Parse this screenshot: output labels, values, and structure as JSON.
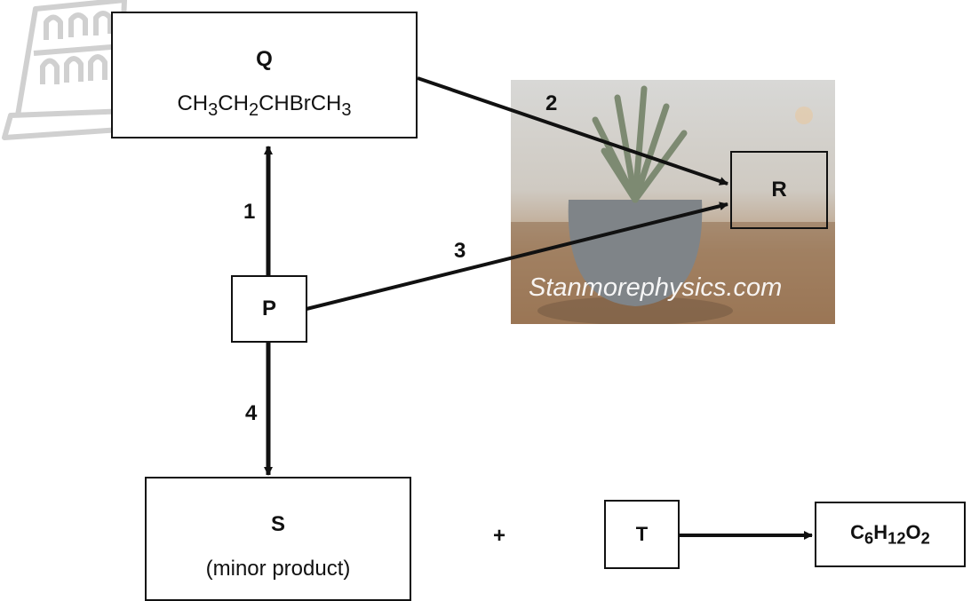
{
  "nodes": {
    "q": {
      "title": "Q",
      "formula_parts": [
        "CH",
        "3",
        "CH",
        "2",
        "CHBrCH",
        "3"
      ]
    },
    "r": {
      "title": "R"
    },
    "p": {
      "title": "P"
    },
    "s": {
      "title": "S",
      "subtitle": "(minor product)"
    },
    "t": {
      "title": "T"
    },
    "product": {
      "formula_parts": [
        "C",
        "6",
        "H",
        "12",
        "O",
        "2"
      ]
    }
  },
  "reaction_labels": {
    "r1": "1",
    "r2": "2",
    "r3": "3",
    "r4": "4"
  },
  "plus_sign": "+",
  "watermark": "Stanmorephysics.com"
}
